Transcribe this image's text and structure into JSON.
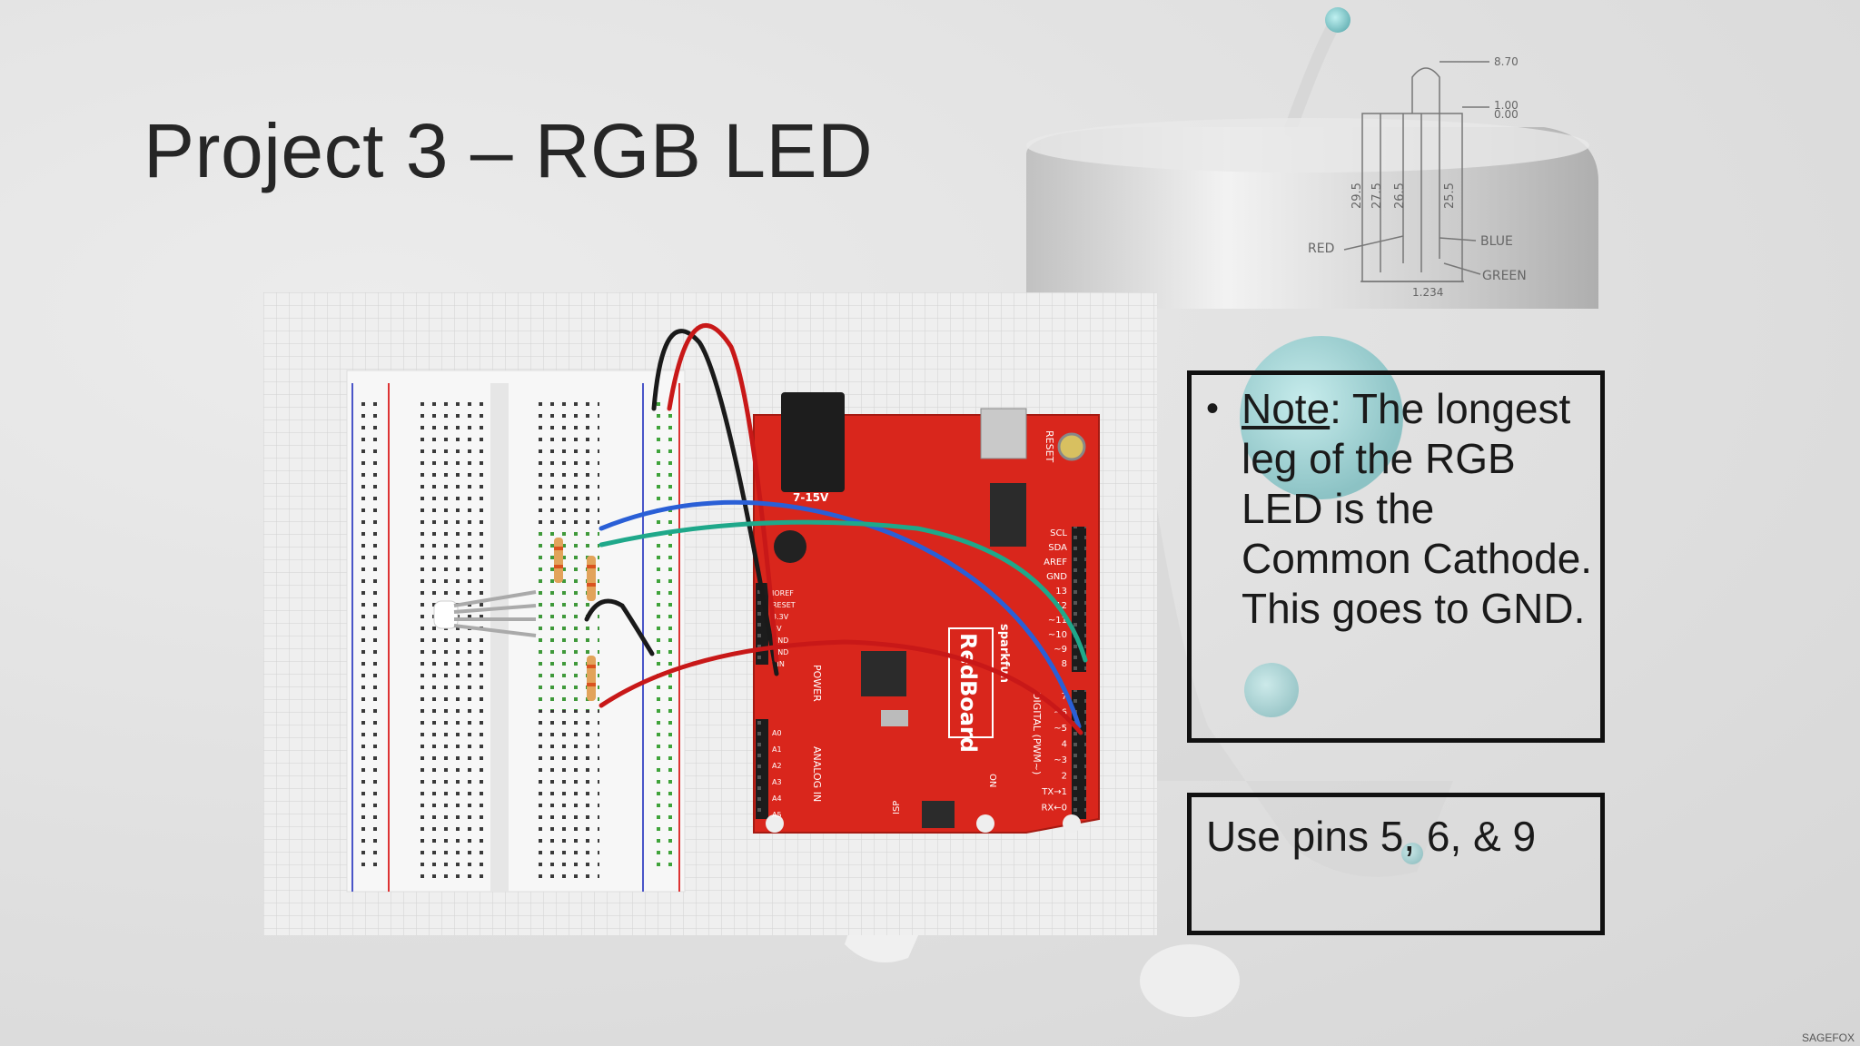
{
  "slide": {
    "title": "Project 3 – RGB LED",
    "note": {
      "label": "Note",
      "text": ": The longest leg of the RGB LED is the Common Cathode. This goes to GND."
    },
    "pins_text": "Use pins 5, 6, & 9",
    "footer": "SAGEFOX"
  },
  "diagram": {
    "board_name": "RedBoard",
    "board_brand": "sparkfun",
    "power_jack_label": "7-15V",
    "reset_label": "RESET",
    "digital_label": "DIGITAL (PWM~)",
    "analog_label": "ANALOG IN",
    "power_label": "POWER",
    "isp_label": "ISP",
    "on_label": "ON",
    "power_pins": [
      "IOREF",
      "RESET",
      "3.3V",
      "5V",
      "GND",
      "GND",
      "VIN"
    ],
    "analog_pins": [
      "A0",
      "A1",
      "A2",
      "A3",
      "A4",
      "A5"
    ],
    "digital_top_pins": [
      "SCL",
      "SDA",
      "AREF",
      "GND",
      "13",
      "12",
      "~11",
      "~10",
      "~9",
      "8"
    ],
    "digital_bottom_pins": [
      "7",
      "~6",
      "~5",
      "4",
      "~3",
      "2",
      "TX→1",
      "RX←0"
    ],
    "led_dimensions": [
      "8.70",
      "1.00",
      "0.00",
      "29.5",
      "27.5",
      "26.5",
      "25.5",
      "1.234"
    ],
    "led_leg_labels": [
      "RED",
      "BLUE",
      "GREEN"
    ],
    "colors": {
      "board": "#d9261c",
      "wire_black": "#1a1a1a",
      "wire_red": "#c81818",
      "wire_blue": "#2a5fd6",
      "wire_green": "#1fa88a"
    }
  }
}
